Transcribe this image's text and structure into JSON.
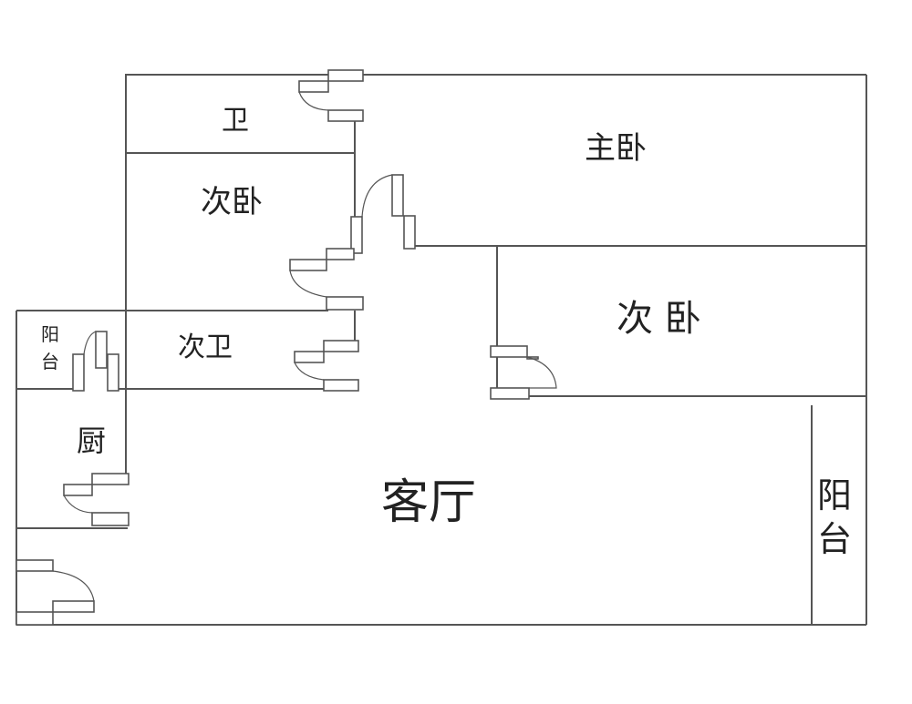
{
  "rooms": {
    "bathroom": "卫",
    "master_bedroom": "主卧",
    "second_bedroom_left": "次卧",
    "second_bedroom_right": "次 卧",
    "second_bathroom": "次卫",
    "balcony_left": "阳台",
    "kitchen": "厨",
    "living_room": "客厅",
    "balcony_right": "阳台"
  },
  "colors": {
    "wall": "#555555",
    "text": "#222222"
  }
}
